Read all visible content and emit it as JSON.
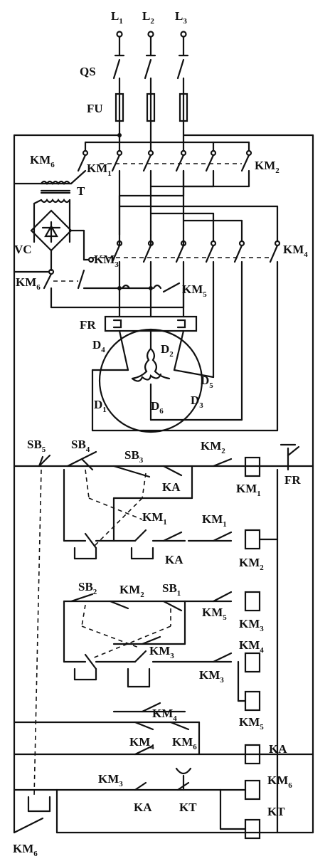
{
  "diagram": {
    "supply_phases": [
      {
        "main": "L",
        "sub": "1"
      },
      {
        "main": "L",
        "sub": "2"
      },
      {
        "main": "L",
        "sub": "3"
      }
    ],
    "main_circuit": {
      "qs": "QS",
      "fu": "FU",
      "km6_top": {
        "main": "KM",
        "sub": "6"
      },
      "km1": {
        "main": "KM",
        "sub": "1"
      },
      "km2": {
        "main": "KM",
        "sub": "2"
      },
      "transformer": "T",
      "rectifier": "VC",
      "km3": {
        "main": "KM",
        "sub": "3"
      },
      "km4": {
        "main": "KM",
        "sub": "4"
      },
      "km6_mid": {
        "main": "KM",
        "sub": "6"
      },
      "km5": {
        "main": "KM",
        "sub": "5"
      },
      "fr": "FR",
      "motor_terminals": [
        {
          "main": "D",
          "sub": "1"
        },
        {
          "main": "D",
          "sub": "2"
        },
        {
          "main": "D",
          "sub": "3"
        },
        {
          "main": "D",
          "sub": "4"
        },
        {
          "main": "D",
          "sub": "5"
        },
        {
          "main": "D",
          "sub": "6"
        }
      ]
    },
    "control_circuit": {
      "sb5": {
        "main": "SB",
        "sub": "5"
      },
      "sb4": {
        "main": "SB",
        "sub": "4"
      },
      "sb3": {
        "main": "SB",
        "sub": "3"
      },
      "ka_r1": "KA",
      "km2_r1": {
        "main": "KM",
        "sub": "2"
      },
      "coil_km1": {
        "main": "KM",
        "sub": "1"
      },
      "fr": "FR",
      "km1_r2a": {
        "main": "KM",
        "sub": "1"
      },
      "km1_r2b": {
        "main": "KM",
        "sub": "1"
      },
      "ka_r2": "KA",
      "coil_km2": {
        "main": "KM",
        "sub": "2"
      },
      "sb2": {
        "main": "SB",
        "sub": "2"
      },
      "km2_r3": {
        "main": "KM",
        "sub": "2"
      },
      "sb1": {
        "main": "SB",
        "sub": "1"
      },
      "km5_r3": {
        "main": "KM",
        "sub": "5"
      },
      "coil_km3": {
        "main": "KM",
        "sub": "3"
      },
      "km3_r4": {
        "main": "KM",
        "sub": "3"
      },
      "km3_r4b": {
        "main": "KM",
        "sub": "3"
      },
      "coil_km4": {
        "main": "KM",
        "sub": "4"
      },
      "coil_km5": {
        "main": "KM",
        "sub": "5"
      },
      "km4_r5": {
        "main": "KM",
        "sub": "4"
      },
      "km4_r6": {
        "main": "KM",
        "sub": "4"
      },
      "km6_r6": {
        "main": "KM",
        "sub": "6"
      },
      "coil_ka": "KA",
      "km3_r7": {
        "main": "KM",
        "sub": "3"
      },
      "ka_r7": "KA",
      "kt_r7": "KT",
      "coil_km6": {
        "main": "KM",
        "sub": "6"
      },
      "coil_kt": "KT",
      "km6_bottom": {
        "main": "KM",
        "sub": "6"
      }
    }
  }
}
